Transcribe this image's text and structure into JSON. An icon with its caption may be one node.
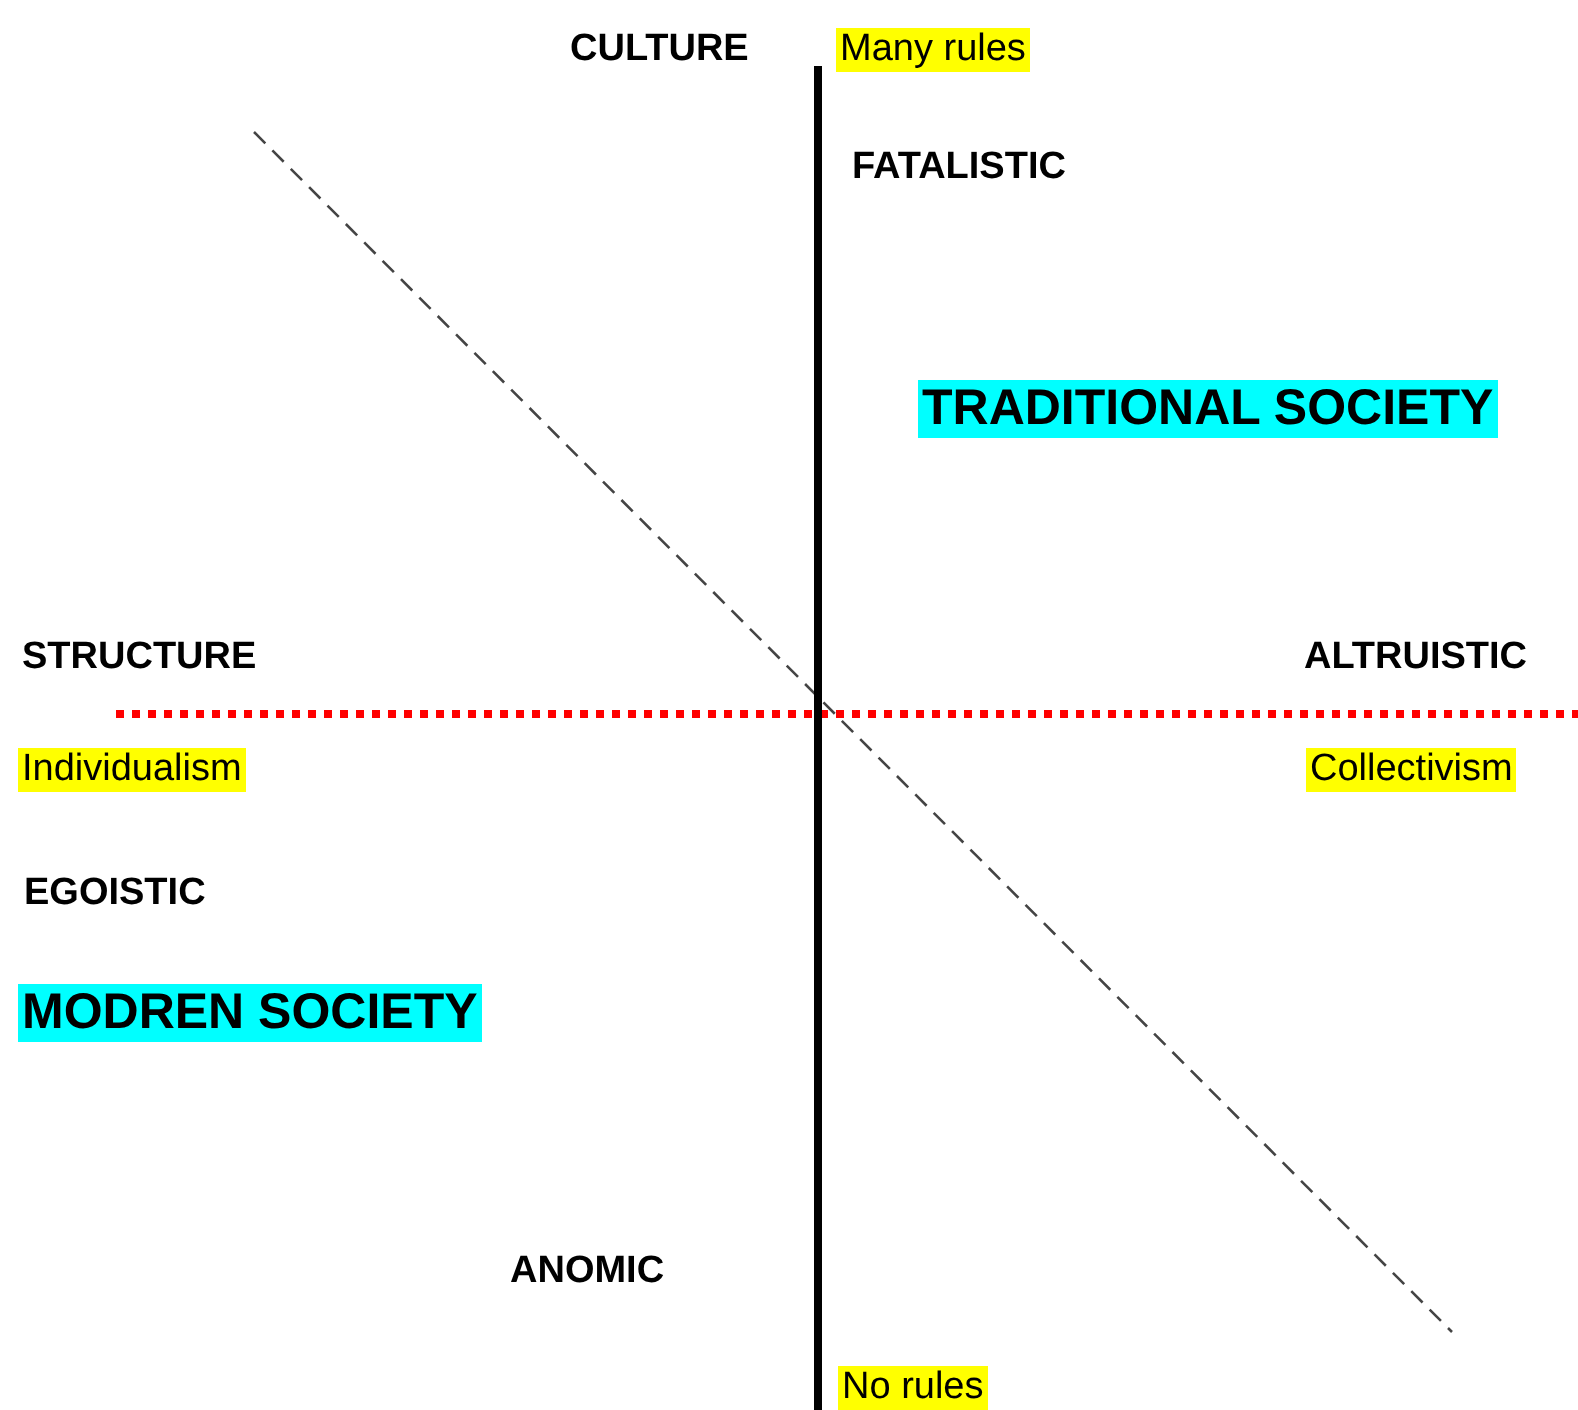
{
  "diagram": {
    "labels": [
      "CULTURE",
      "Many rules",
      "FATALISTIC",
      "TRADITIONAL SOCIETY",
      "STRUCTURE",
      "ALTRUISTIC",
      "Individualism",
      "Collectivism",
      "EGOISTIC",
      "MODREN SOCIETY",
      "ANOMIC",
      "No rules"
    ]
  }
}
